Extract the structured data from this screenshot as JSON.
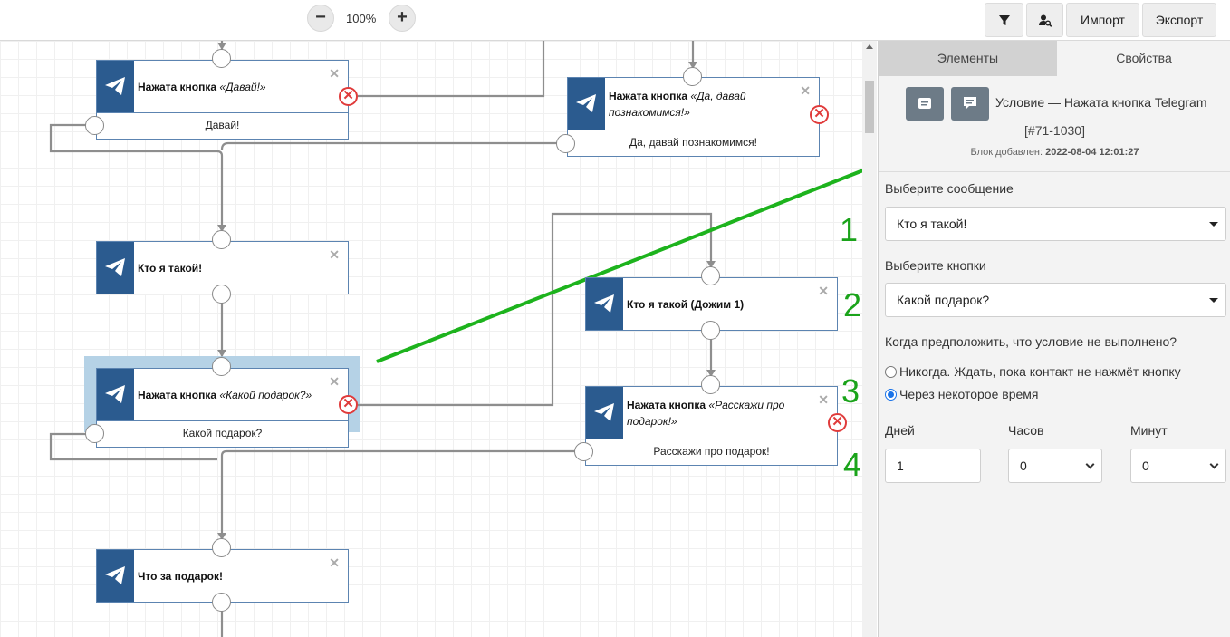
{
  "toolbar": {
    "zoom_out": "−",
    "zoom_in": "+",
    "zoom_level": "100%",
    "filter_icon": "filter-icon",
    "user_search_icon": "user-search-icon",
    "import_label": "Импорт",
    "export_label": "Экспорт"
  },
  "canvas": {
    "nodes": [
      {
        "id": "n1",
        "title": "Нажата кнопка",
        "quote": "«Давай!»",
        "button": "Давай!"
      },
      {
        "id": "n2",
        "title": "Нажата кнопка",
        "quote": "«Да, давай познакомимся!»",
        "button": "Да, давай познакомимся!"
      },
      {
        "id": "n3",
        "title": "Кто я такой!"
      },
      {
        "id": "n4",
        "title": "Кто я такой (Дожим 1)"
      },
      {
        "id": "n5",
        "title": "Нажата кнопка",
        "quote": "«Какой подарок?»",
        "button": "Какой подарок?"
      },
      {
        "id": "n6",
        "title": "Нажата кнопка",
        "quote": "«Расскажи про подарок!»",
        "button": "Расскажи про подарок!"
      },
      {
        "id": "n7",
        "title": "Что за подарок!"
      }
    ],
    "annotations": [
      "1",
      "2",
      "3",
      "4"
    ],
    "accent_color": "#2b5b8f",
    "annotation_color": "#1aa31a"
  },
  "panel": {
    "tabs": [
      "Элементы",
      "Свойства"
    ],
    "block_name": "Условие — Нажата кнопка Telegram",
    "block_id": "[#71-1030]",
    "added_label": "Блок добавлен:",
    "added_value": "2022-08-04 12:01:27",
    "message_label": "Выберите сообщение",
    "message_value": "Кто я такой!",
    "buttons_label": "Выберите кнопки",
    "buttons_value": "Какой подарок?",
    "condition_label": "Когда предположить, что условие не выполнено?",
    "option_never": "Никогда. Ждать, пока контакт не нажмёт кнопку",
    "option_after": "Через некоторое время",
    "days_label": "Дней",
    "hours_label": "Часов",
    "minutes_label": "Минут",
    "days_value": "1",
    "hours_value": "0",
    "minutes_value": "0"
  }
}
